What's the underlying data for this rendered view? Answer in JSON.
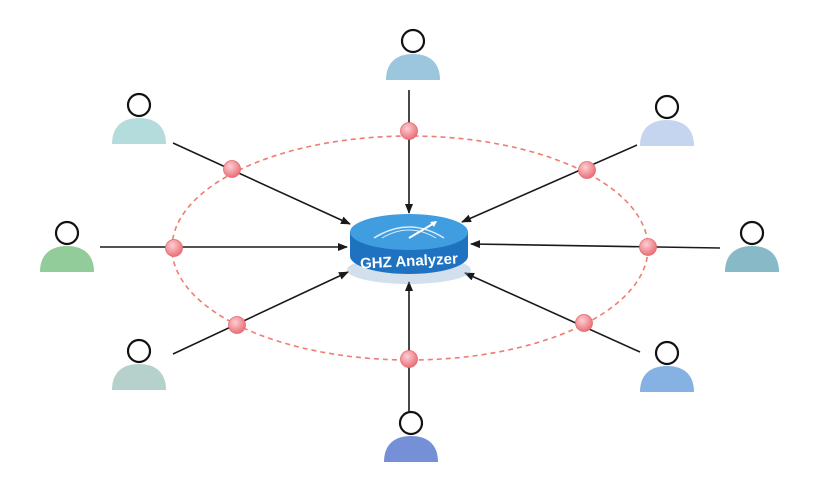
{
  "diagram": {
    "hub": {
      "label": "GHZ Analyzer",
      "icon": "gauge-icon",
      "top_color": "#3f9de0",
      "side_color": "#1f72c0",
      "label_band_color": "#1c6cb8"
    },
    "ring": {
      "stroke_color": "#ee7d72",
      "style": "dashed"
    },
    "node_color": "#f07f86",
    "edge_color": "#1a1a1a",
    "users": [
      {
        "id": "top",
        "body_color": "#9cc6de"
      },
      {
        "id": "upper-right",
        "body_color": "#c5d5ef"
      },
      {
        "id": "right",
        "body_color": "#88b9c7"
      },
      {
        "id": "lower-right",
        "body_color": "#86b1e3"
      },
      {
        "id": "bottom",
        "body_color": "#7690d8"
      },
      {
        "id": "lower-left",
        "body_color": "#b6d0cc"
      },
      {
        "id": "left",
        "body_color": "#92cc9b"
      },
      {
        "id": "upper-left",
        "body_color": "#b5dcdc"
      }
    ],
    "arrow_direction": "toward-hub"
  }
}
